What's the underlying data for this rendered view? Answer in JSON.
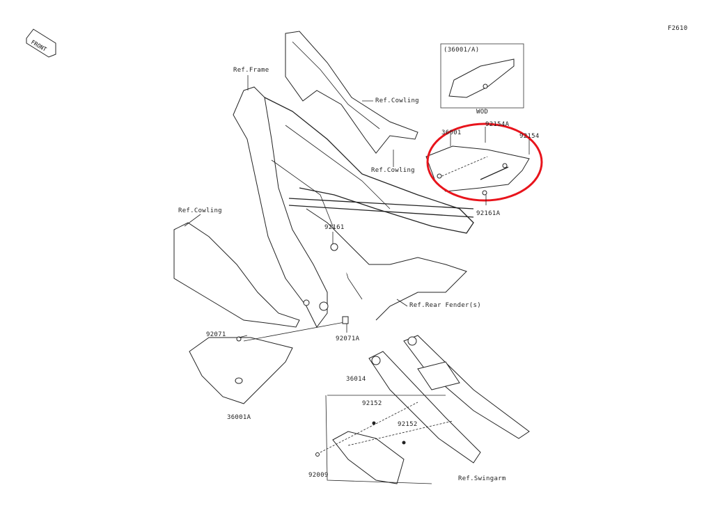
{
  "diagram_code": "F2610",
  "front_indicator": "FRONT",
  "inset": {
    "title": "(36001/A)",
    "caption": "WOD"
  },
  "highlight_color": "#e8141c",
  "labels": {
    "ref_frame": "Ref.Frame",
    "ref_cowling_top": "Ref.Cowling",
    "ref_cowling_mid": "Ref.Cowling",
    "ref_cowling_left": "Ref.Cowling",
    "p36001": "36001",
    "p92154A": "92154A",
    "p92154": "92154",
    "p92161A": "92161A",
    "p92161": "92161",
    "ref_rear_fender": "Ref.Rear Fender(s)",
    "p92071": "92071",
    "p92071A": "92071A",
    "p36001A": "36001A",
    "p36014": "36014",
    "p92152_a": "92152",
    "p92152_b": "92152",
    "p92009": "92009",
    "ref_swingarm": "Ref.Swingarm"
  }
}
